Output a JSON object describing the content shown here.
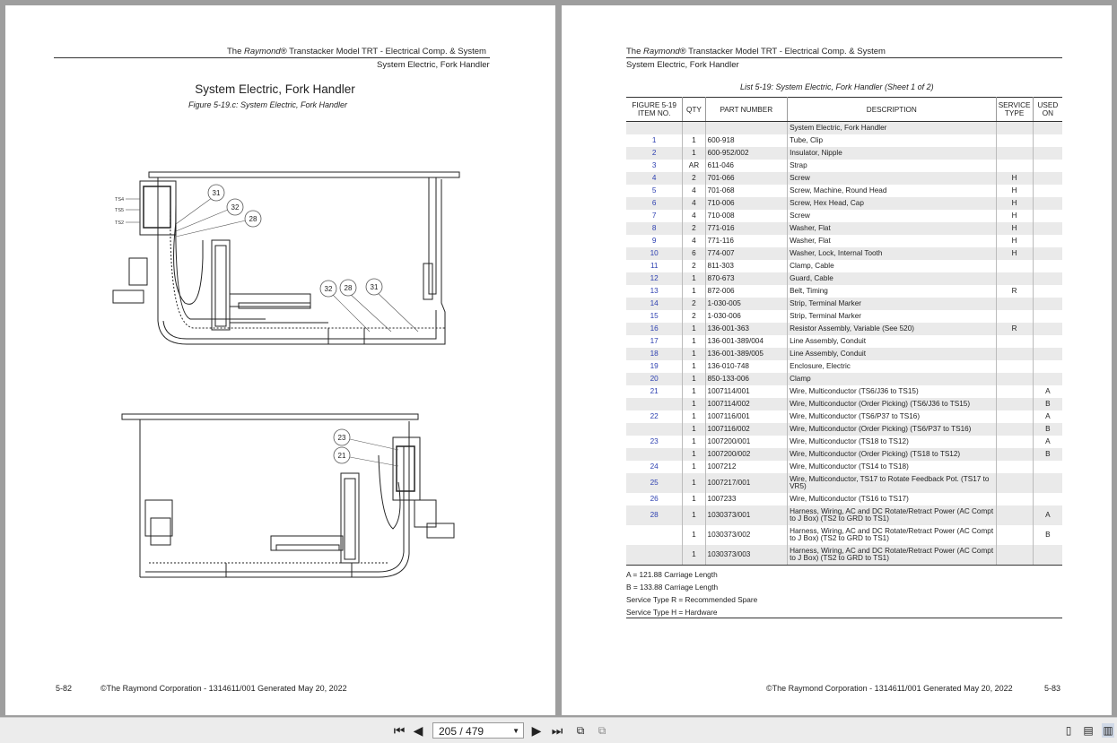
{
  "left_page": {
    "header_line1_pre": "The ",
    "header_brand": "Raymond",
    "header_line1_post": "® Transtacker Model TRT - Electrical Comp. & System",
    "header_line2": "System Electric, Fork Handler",
    "title": "System Electric, Fork Handler",
    "figure_caption": "Figure 5-19.c: System Electric, Fork Handler",
    "top_callouts": [
      "31",
      "32",
      "28"
    ],
    "lower_callouts": [
      "32",
      "28",
      "31"
    ],
    "bottom_callouts": [
      "23",
      "21"
    ],
    "ts_labels": [
      "TS4",
      "TS5",
      "TS2"
    ],
    "footer_page": "5-82",
    "footer_text": "©The Raymond Corporation - 1314611/001 Generated May 20, 2022"
  },
  "right_page": {
    "header_line1_pre": "The ",
    "header_brand": "Raymond",
    "header_line1_post": "® Transtacker Model TRT - Electrical Comp. & System",
    "header_line2": "System Electric, Fork Handler",
    "list_caption": "List 5-19: System Electric, Fork Handler (Sheet 1 of 2)",
    "columns": [
      "FIGURE 5-19 ITEM NO.",
      "QTY",
      "PART NUMBER",
      "DESCRIPTION",
      "SERVICE TYPE",
      "USED ON"
    ],
    "rows": [
      [
        "",
        "",
        "",
        "System Electric, Fork Handler",
        "",
        ""
      ],
      [
        "1",
        "1",
        "600-918",
        "Tube, Clip",
        "",
        ""
      ],
      [
        "2",
        "1",
        "600-952/002",
        "Insulator, Nipple",
        "",
        ""
      ],
      [
        "3",
        "AR",
        "611-046",
        "Strap",
        "",
        ""
      ],
      [
        "4",
        "2",
        "701-066",
        "Screw",
        "H",
        ""
      ],
      [
        "5",
        "4",
        "701-068",
        "Screw, Machine, Round Head",
        "H",
        ""
      ],
      [
        "6",
        "4",
        "710-006",
        "Screw, Hex Head, Cap",
        "H",
        ""
      ],
      [
        "7",
        "4",
        "710-008",
        "Screw",
        "H",
        ""
      ],
      [
        "8",
        "2",
        "771-016",
        "Washer, Flat",
        "H",
        ""
      ],
      [
        "9",
        "4",
        "771-116",
        "Washer, Flat",
        "H",
        ""
      ],
      [
        "10",
        "6",
        "774-007",
        "Washer, Lock, Internal Tooth",
        "H",
        ""
      ],
      [
        "11",
        "2",
        "811-303",
        "Clamp, Cable",
        "",
        ""
      ],
      [
        "12",
        "1",
        "870-673",
        "Guard, Cable",
        "",
        ""
      ],
      [
        "13",
        "1",
        "872-006",
        "Belt, Timing",
        "R",
        ""
      ],
      [
        "14",
        "2",
        "1-030-005",
        "Strip, Terminal Marker",
        "",
        ""
      ],
      [
        "15",
        "2",
        "1-030-006",
        "Strip, Terminal Marker",
        "",
        ""
      ],
      [
        "16",
        "1",
        "136-001-363",
        "Resistor Assembly, Variable (See 520)",
        "R",
        ""
      ],
      [
        "17",
        "1",
        "136-001-389/004",
        "Line Assembly, Conduit",
        "",
        ""
      ],
      [
        "18",
        "1",
        "136-001-389/005",
        "Line Assembly, Conduit",
        "",
        ""
      ],
      [
        "19",
        "1",
        "136-010-748",
        "Enclosure, Electric",
        "",
        ""
      ],
      [
        "20",
        "1",
        "850-133-006",
        "Clamp",
        "",
        ""
      ],
      [
        "21",
        "1",
        "1007114/001",
        "Wire, Multiconductor (TS6/J36 to TS15)",
        "",
        "A"
      ],
      [
        "",
        "1",
        "1007114/002",
        "Wire, Multiconductor (Order Picking) (TS6/J36 to TS15)",
        "",
        "B"
      ],
      [
        "22",
        "1",
        "1007116/001",
        "Wire, Multiconductor (TS6/P37 to TS16)",
        "",
        "A"
      ],
      [
        "",
        "1",
        "1007116/002",
        "Wire, Multiconductor (Order Picking) (TS6/P37 to TS16)",
        "",
        "B"
      ],
      [
        "23",
        "1",
        "1007200/001",
        "Wire, Multiconductor (TS18 to TS12)",
        "",
        "A"
      ],
      [
        "",
        "1",
        "1007200/002",
        "Wire, Multiconductor (Order Picking) (TS18 to TS12)",
        "",
        "B"
      ],
      [
        "24",
        "1",
        "1007212",
        "Wire, Multiconductor (TS14 to TS18)",
        "",
        ""
      ],
      [
        "25",
        "1",
        "1007217/001",
        "Wire, Multiconductor, TS17 to Rotate Feedback Pot. (TS17 to VR5)",
        "",
        ""
      ],
      [
        "26",
        "1",
        "1007233",
        "Wire, Multiconductor (TS16 to TS17)",
        "",
        ""
      ],
      [
        "28",
        "1",
        "1030373/001",
        "Harness, Wiring, AC and DC Rotate/Retract Power (AC Compt to J Box) (TS2 to GRD to TS1)",
        "",
        "A"
      ],
      [
        "",
        "1",
        "1030373/002",
        "Harness, Wiring, AC and DC Rotate/Retract Power (AC Compt to J Box) (TS2 to GRD to TS1)",
        "",
        "B"
      ],
      [
        "",
        "1",
        "1030373/003",
        "Harness, Wiring, AC and DC Rotate/Retract Power (AC Compt to J Box) (TS2 to GRD to TS1)",
        "",
        ""
      ]
    ],
    "notes": [
      "A = 121.88 Carriage Length",
      "B = 133.88 Carriage Length",
      "Service Type R = Recommended Spare",
      "Service Type H = Hardware"
    ],
    "footer_text": "©The Raymond Corporation - 1314611/001 Generated May 20, 2022",
    "footer_page": "5-83"
  },
  "toolbar": {
    "page_indicator": "205 / 479",
    "icons": [
      "first-page-icon",
      "prev-page-icon",
      "next-page-icon",
      "last-page-icon",
      "go-back-icon",
      "go-forward-icon",
      "single-page-icon",
      "continuous-page-icon",
      "two-page-icon"
    ]
  }
}
